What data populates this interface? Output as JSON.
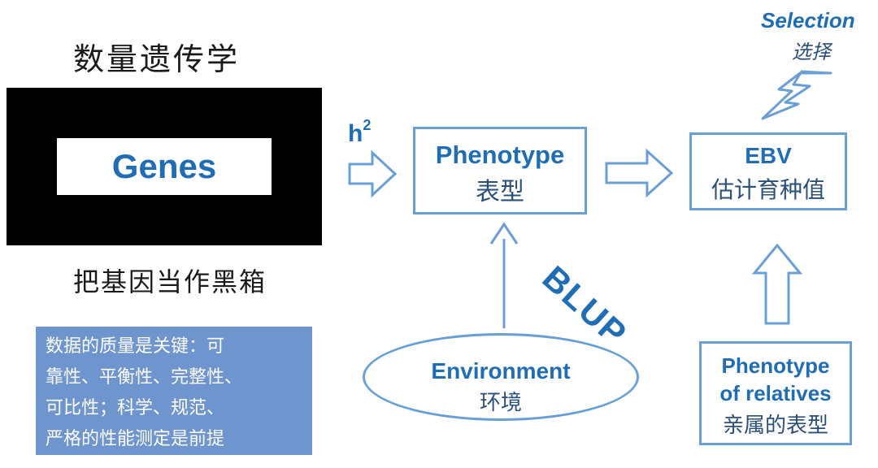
{
  "title": "数量遗传学",
  "genes_label": "Genes",
  "black_box_caption": "把基因当作黑箱",
  "note_lines": [
    "数据的质量是关键：可",
    "靠性、平衡性、完整性、",
    "可比性；科学、规范、",
    "严格的性能测定是前提"
  ],
  "h2_base": "h",
  "h2_sup": "2",
  "phenotype": {
    "en": "Phenotype",
    "zh": "表型"
  },
  "ebv": {
    "en": "EBV",
    "zh": "估计育种值"
  },
  "environment": {
    "en": "Environment",
    "zh": "环境"
  },
  "relatives": {
    "en_line1": "Phenotype",
    "en_line2": "of relatives",
    "zh": "亲属的表型"
  },
  "blup": "BLUP",
  "selection": {
    "en": "Selection",
    "zh": "选择"
  },
  "colors": {
    "accent": "#1f6db4",
    "outline": "#6a9fd6",
    "note_bg": "#6f95cf"
  }
}
